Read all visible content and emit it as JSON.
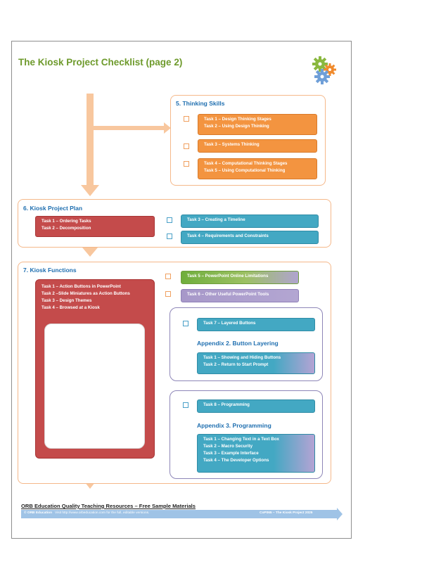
{
  "title": "The Kiosk Project Checklist (page 2)",
  "sections": {
    "thinking": {
      "title": "5.  Thinking Skills",
      "groups": [
        [
          "Task 1 – Design Thinking Stages",
          "Task 2 – Using Design Thinking"
        ],
        [
          "Task 3 – Systems Thinking"
        ],
        [
          "Task 4 – Computational Thinking Stages",
          "Task 5 – Using Computational Thinking"
        ]
      ]
    },
    "plan": {
      "title": "6.  Kiosk Project Plan",
      "left": [
        "Task 1 – Ordering Tasks",
        "Task 2 – Decomposition"
      ],
      "right": [
        "Task 3 – Creating a Timeline",
        "Task 4 – Requirements and Constraints"
      ]
    },
    "functions": {
      "title": "7.  Kiosk Functions",
      "left": [
        "Task 1 – Action Buttons in PowerPoint",
        "Task 2 –Slide Miniatures as Action Buttons",
        "Task 3 – Design Themes",
        "Task 4 – Browsed at a Kiosk"
      ],
      "task5": "Task 5 – PowerPoint Online Limitations",
      "task6": "Task 6 – Other Useful PowerPoint Tools",
      "appendix2": {
        "task": "Task 7 – Layered Buttons",
        "title": "Appendix 2.  Button Layering",
        "tasks": [
          "Task 1 – Showing and Hiding Buttons",
          "Task 2 – Return to Start Prompt"
        ]
      },
      "appendix3": {
        "task": "Task 8 – Programming",
        "title": "Appendix 3.  Programming",
        "tasks": [
          "Task 1 – Changing Text in a Text Box",
          "Task 2 – Macro Security",
          "Task 3 – Example Interface",
          "Task 4 – The Developer Options"
        ]
      }
    }
  },
  "footer": {
    "title": "ORB Education Quality Teaching Resources – Free Sample Materials",
    "brand": "© ORB Education",
    "visit": "Visit http://www.orbeducation.com for the full, editable versions.",
    "code": "CoP065 – The Kiosk Project 2025"
  },
  "colors": {
    "orange": "#f39440",
    "red": "#c44b4b",
    "teal": "#43a8c3",
    "green": "#6fae3c",
    "purple": "#a798c9",
    "arrow": "#f8c79e",
    "title": "#6e9a2c",
    "heading": "#1f6fb0"
  },
  "icons": {
    "logo": "gears-icon"
  }
}
